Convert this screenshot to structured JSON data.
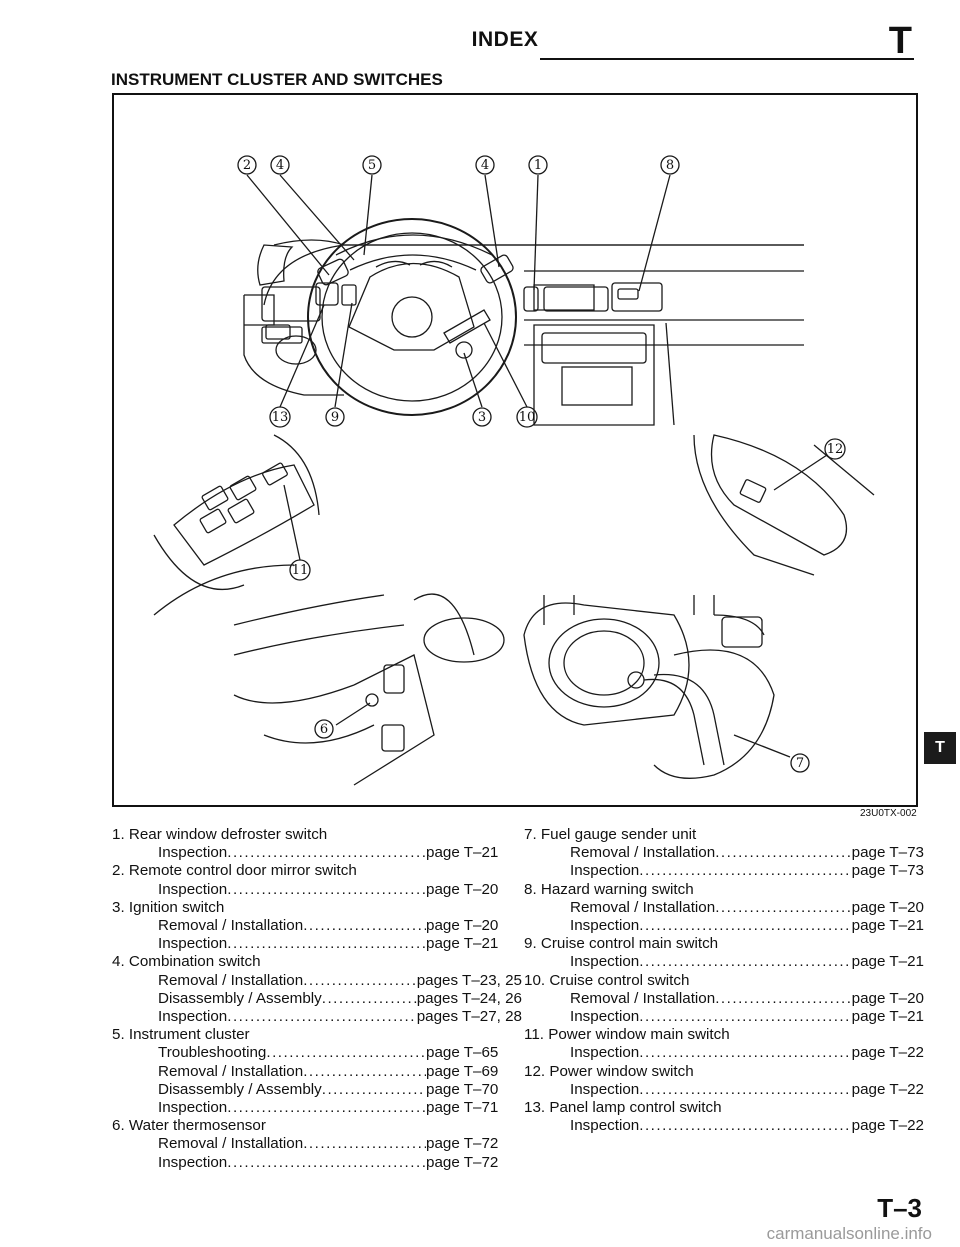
{
  "header": {
    "title": "INDEX",
    "letter": "T"
  },
  "section_title": "INSTRUMENT CLUSTER AND SWITCHES",
  "figure": {
    "code": "23U0TX-002",
    "callouts": [
      "2",
      "4",
      "5",
      "4",
      "1",
      "8",
      "13",
      "9",
      "3",
      "10",
      "12",
      "11",
      "6",
      "7"
    ]
  },
  "side_tab": "T",
  "left_column": [
    {
      "label": "1. Rear window defroster switch",
      "entries": [
        {
          "name": "Inspection",
          "ref": "page  T–21"
        }
      ]
    },
    {
      "label": "2. Remote control door mirror switch",
      "entries": [
        {
          "name": "Inspection",
          "ref": "page  T–20"
        }
      ]
    },
    {
      "label": "3. Ignition switch",
      "entries": [
        {
          "name": "Removal / Installation",
          "ref": "page  T–20"
        },
        {
          "name": "Inspection",
          "ref": "page  T–21"
        }
      ]
    },
    {
      "label": "4. Combination switch",
      "entries": [
        {
          "name": "Removal / Installation",
          "ref": "pages T–23, 25"
        },
        {
          "name": "Disassembly / Assembly",
          "ref": "pages T–24, 26"
        },
        {
          "name": "Inspection",
          "ref": "pages T–27, 28"
        }
      ]
    },
    {
      "label": "5. Instrument cluster",
      "entries": [
        {
          "name": "Troubleshooting",
          "ref": "page  T–65"
        },
        {
          "name": "Removal / Installation",
          "ref": "page  T–69"
        },
        {
          "name": "Disassembly / Assembly",
          "ref": "page  T–70"
        },
        {
          "name": "Inspection",
          "ref": "page  T–71"
        }
      ]
    },
    {
      "label": "6. Water thermosensor",
      "entries": [
        {
          "name": "Removal / Installation",
          "ref": "page  T–72"
        },
        {
          "name": "Inspection",
          "ref": "page  T–72"
        }
      ]
    }
  ],
  "right_column": [
    {
      "label": "7. Fuel gauge sender unit",
      "entries": [
        {
          "name": "Removal / Installation",
          "ref": "page T–73"
        },
        {
          "name": "Inspection",
          "ref": "page T–73"
        }
      ]
    },
    {
      "label": "8. Hazard warning switch",
      "entries": [
        {
          "name": "Removal / Installation",
          "ref": "page T–20"
        },
        {
          "name": "Inspection",
          "ref": "page T–21"
        }
      ]
    },
    {
      "label": "9. Cruise control main switch",
      "entries": [
        {
          "name": "Inspection",
          "ref": "page T–21"
        }
      ]
    },
    {
      "label": "10. Cruise control switch",
      "entries": [
        {
          "name": "Removal / Installation",
          "ref": "page T–20"
        },
        {
          "name": "Inspection",
          "ref": "page T–21"
        }
      ]
    },
    {
      "label": "11. Power window main switch",
      "entries": [
        {
          "name": "Inspection",
          "ref": "page T–22"
        }
      ]
    },
    {
      "label": "12. Power window switch",
      "entries": [
        {
          "name": "Inspection",
          "ref": "page T–22"
        }
      ]
    },
    {
      "label": "13. Panel lamp control switch",
      "entries": [
        {
          "name": "Inspection",
          "ref": "page T–22"
        }
      ]
    }
  ],
  "footer": {
    "page_number": "T–3",
    "watermark": "carmanualsonline.info"
  }
}
